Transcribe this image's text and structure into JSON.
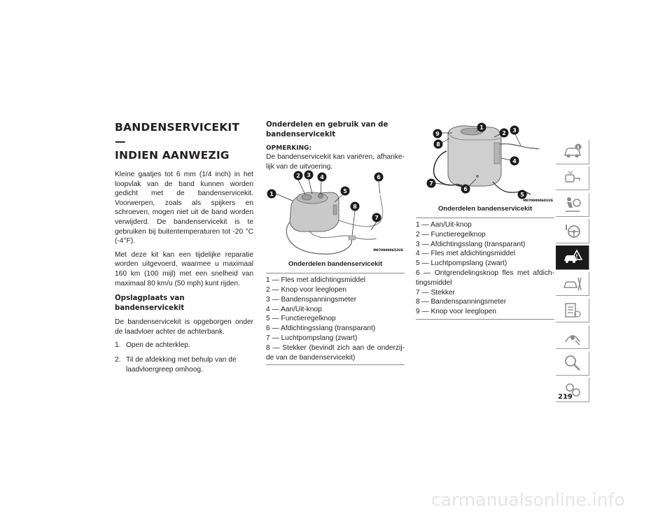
{
  "left": {
    "title_line1": "BANDENSERVICEKIT —",
    "title_line2": "INDIEN AANWEZIG",
    "intro": "Kleine gaatjes tot 6 mm (1/4 inch) in het loopvlak van de band kunnen worden gedicht met de bandenservicekit. Voorwerpen, zoals als spijkers en schroeven, mogen niet uit de band worden verwijderd. De bandenser­vicekit is te gebruiken bij buitentempera­turen tot -20 °C (-4°F).",
    "limits": "Met deze kit kan een tijdelijke reparatie worden uitgevoerd, waarmee u maximaal 160 km (100 mijl) met een snelheid van maximaal 80 km/u (50 mph) kunt rijden.",
    "storage_heading": "Opslagplaats van bandenservicekit",
    "storage_text": "De bandenservicekit is opgeborgen onder de laadvloer achter de achterbank.",
    "steps": [
      {
        "num": "1.",
        "text": "Open de achterklep."
      },
      {
        "num": "2.",
        "text": "Til de afdekking met behulp van de laad­vloergreep omhoog."
      }
    ]
  },
  "middle": {
    "heading": "Onderdelen en gebruik van de bandenservicekit",
    "note_label": "OPMERKING:",
    "note_text": "De bandenservicekit kan variëren, afhanke­lijk van de uitvoering.",
    "figure_code": "M0709000652US",
    "callouts": [
      "1",
      "2",
      "3",
      "4",
      "5",
      "6",
      "7",
      "8"
    ],
    "caption": "Onderdelen bandenservicekit",
    "legend": [
      "1 — Fles met afdichtingsmiddel",
      "2 — Knop voor leeglopen",
      "3 — Bandenspanningsmeter",
      "4 — Aan/Uit-knop",
      "5 — Functieregelknop",
      "6 — Afdichtingsslang (transparant)",
      "7 — Luchtpompslang (zwart)",
      "8 — Stekker (bevindt zich aan de onderzij­de van de bandenservicekit)"
    ]
  },
  "right": {
    "figure_code": "M0709000601US",
    "callouts": [
      "1",
      "2",
      "3",
      "4",
      "5",
      "6",
      "7",
      "8",
      "9"
    ],
    "caption": "Onderdelen bandenservicekit",
    "legend": [
      "1 — Aan/Uit-knop",
      "2 — Functieregelknop",
      "3 — Afdichtingsslang (transparant)",
      "4 — Fles met afdichtingsmiddel",
      "5 — Luchtpompslang (zwart)",
      "6 — Ontgrendelingsknop fles met afdich­tingsmiddel",
      "7 — Stekker",
      "8 — Bandenspanningsmeter",
      "9 — Knop voor leeglopen"
    ]
  },
  "nav_tabs": [
    {
      "icon": "car-info-icon"
    },
    {
      "icon": "key-controls-icon"
    },
    {
      "icon": "safety-airbag-icon"
    },
    {
      "icon": "steering-wheel-icon"
    },
    {
      "icon": "warning-triangle-car-icon"
    },
    {
      "icon": "service-tools-icon"
    },
    {
      "icon": "checklist-icon"
    },
    {
      "icon": "multimedia-icon"
    },
    {
      "icon": "magnifier-index-icon"
    },
    {
      "icon": "language-gear-icon"
    }
  ],
  "page_number": "219",
  "watermark": "carmanualsonline.info"
}
